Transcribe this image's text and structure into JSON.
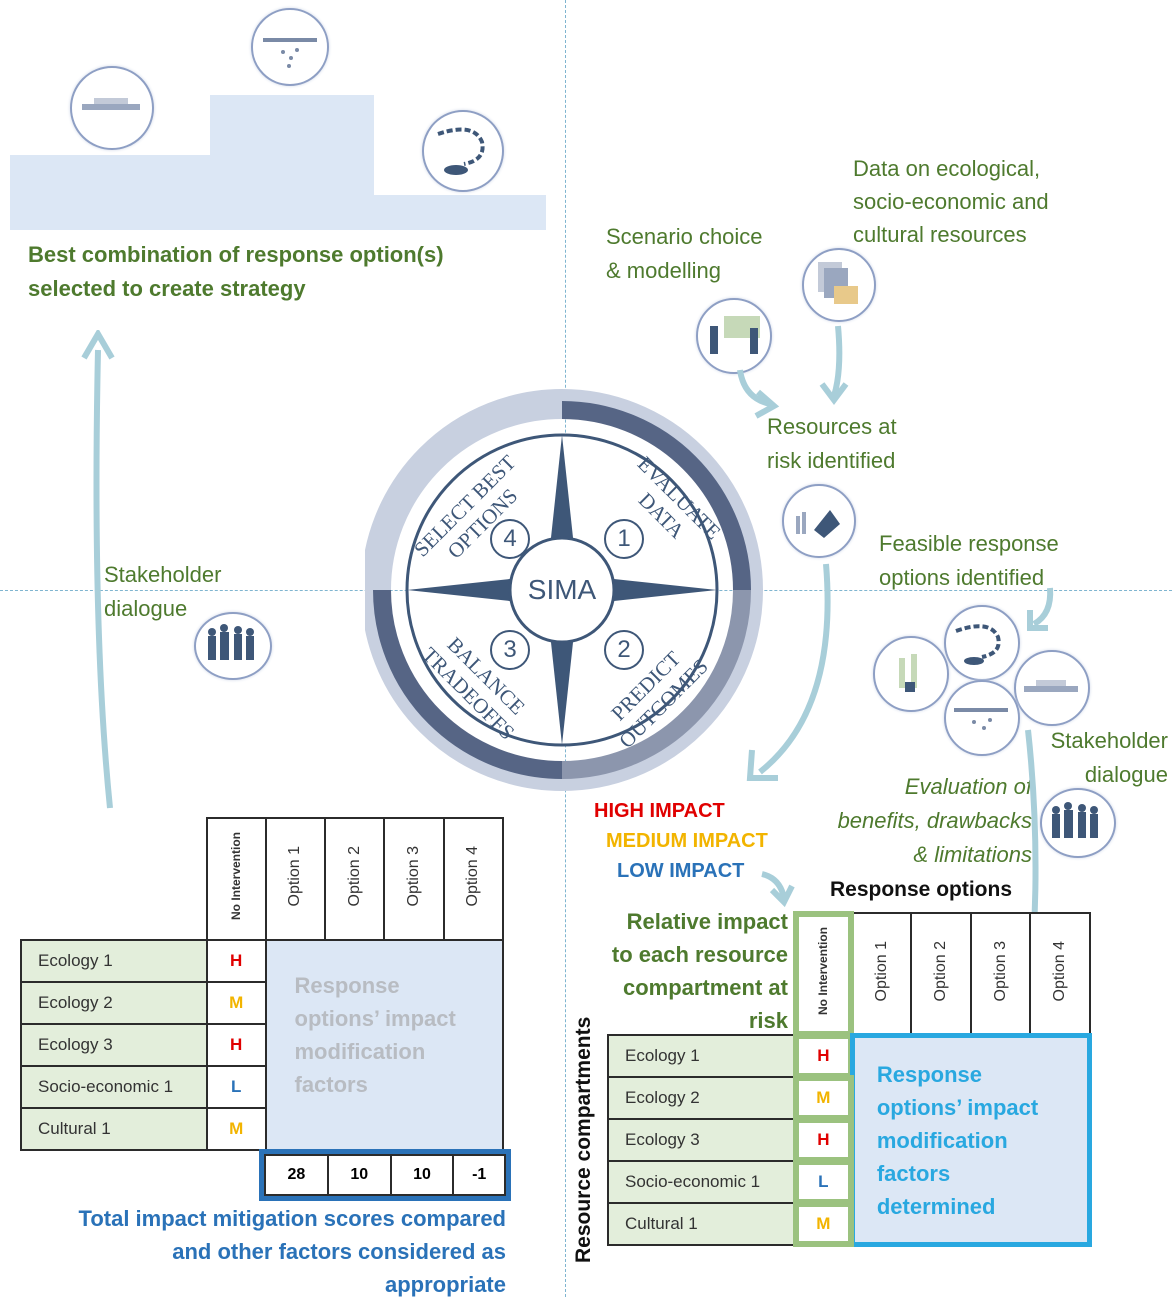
{
  "top_left": {
    "caption_line1": "Best combination of response option(s)",
    "caption_line2": "selected to create strategy"
  },
  "left": {
    "stakeholder_line1": "Stakeholder",
    "stakeholder_line2": "dialogue"
  },
  "right_top": {
    "scenario_line1": "Scenario choice",
    "scenario_line2": "& modelling",
    "data_line1": "Data on ecological,",
    "data_line2": "socio-economic and",
    "data_line3": "cultural  resources",
    "risk_line1": "Resources at",
    "risk_line2": "risk identified",
    "feasible_line1": "Feasible response",
    "feasible_line2": "options identified",
    "stakeholder_line1": "Stakeholder",
    "stakeholder_line2": "dialogue",
    "eval_line1": "Evaluation of",
    "eval_line2": "benefits, drawbacks",
    "eval_line3": "& limitations"
  },
  "compass": {
    "center": "SIMA",
    "q1_num": "1",
    "q1_label": "EVALUATE DATA",
    "q2_num": "2",
    "q2_label": "PREDICT OUTCOMES",
    "q3_num": "3",
    "q3_label": "BALANCE TRADEOFFS",
    "q4_num": "4",
    "q4_label": "SELECT BEST OPTIONS"
  },
  "legend": {
    "high": "HIGH IMPACT",
    "medium": "MEDIUM IMPACT",
    "low": "LOW IMPACT"
  },
  "relative": {
    "line1": "Relative impact",
    "line2": "to each resource",
    "line3": "compartment at",
    "line4": "risk"
  },
  "left_table": {
    "headers": [
      "No Intervention",
      "Option 1",
      "Option 2",
      "Option 3",
      "Option 4"
    ],
    "rows": [
      {
        "label": "Ecology 1",
        "value": "H"
      },
      {
        "label": "Ecology 2",
        "value": "M"
      },
      {
        "label": "Ecology 3",
        "value": "H"
      },
      {
        "label": "Socio-economic 1",
        "value": "L"
      },
      {
        "label": "Cultural 1",
        "value": "M"
      }
    ],
    "overlay_line1": "Response",
    "overlay_line2": "options’ impact",
    "overlay_line3": "modification",
    "overlay_line4": "factors",
    "scores": [
      "28",
      "10",
      "10",
      "-1"
    ],
    "total_line1": "Total impact mitigation scores compared",
    "total_line2": "and other factors considered as",
    "total_line3": "appropriate"
  },
  "right_table": {
    "title": "Response options",
    "side_label": "Resource compartments",
    "headers": [
      "No Intervention",
      "Option 1",
      "Option 2",
      "Option 3",
      "Option 4"
    ],
    "rows": [
      {
        "label": "Ecology 1",
        "value": "H"
      },
      {
        "label": "Ecology 2",
        "value": "M"
      },
      {
        "label": "Ecology 3",
        "value": "H"
      },
      {
        "label": "Socio-economic 1",
        "value": "L"
      },
      {
        "label": "Cultural 1",
        "value": "M"
      }
    ],
    "overlay_line1": "Response",
    "overlay_line2": "options’ impact",
    "overlay_line3": "modification",
    "overlay_line4": "factors",
    "overlay_line5": "determined"
  },
  "colors": {
    "text_green": "#4e7a2e",
    "arrow": "#a8ced9",
    "blue": "#2a72b8",
    "bright_blue": "#29a8e0"
  }
}
